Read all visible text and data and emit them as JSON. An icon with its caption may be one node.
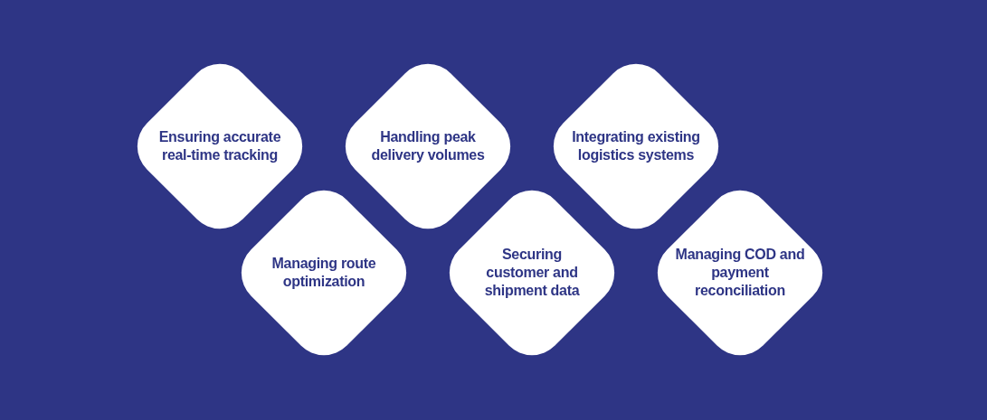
{
  "diagram": {
    "nodes": [
      {
        "text": [
          "Ensuring accurate real-time tracking"
        ]
      },
      {
        "text": [
          "Handling peak delivery volumes"
        ]
      },
      {
        "text": [
          "Integrating existing logistics systems"
        ]
      },
      {
        "text": [
          "Managing route optimization"
        ]
      },
      {
        "text": [
          "Securing customer and shipment data"
        ]
      },
      {
        "text": [
          "Managing COD and payment reconciliation"
        ]
      }
    ]
  }
}
